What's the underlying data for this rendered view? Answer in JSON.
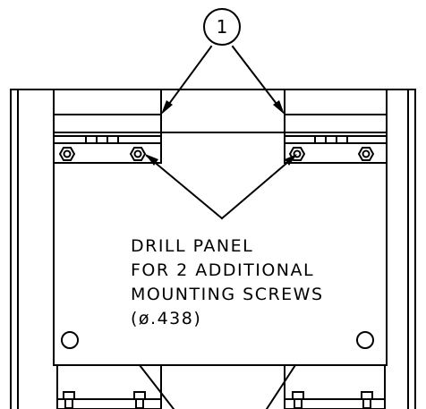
{
  "balloon": {
    "number": "1"
  },
  "note": {
    "line1": "DRILL PANEL",
    "line2": "FOR 2 ADDITIONAL",
    "line3": "MOUNTING SCREWS",
    "line4": "(ø.438)"
  },
  "colors": {
    "ink": "#000000",
    "paper": "#ffffff"
  }
}
